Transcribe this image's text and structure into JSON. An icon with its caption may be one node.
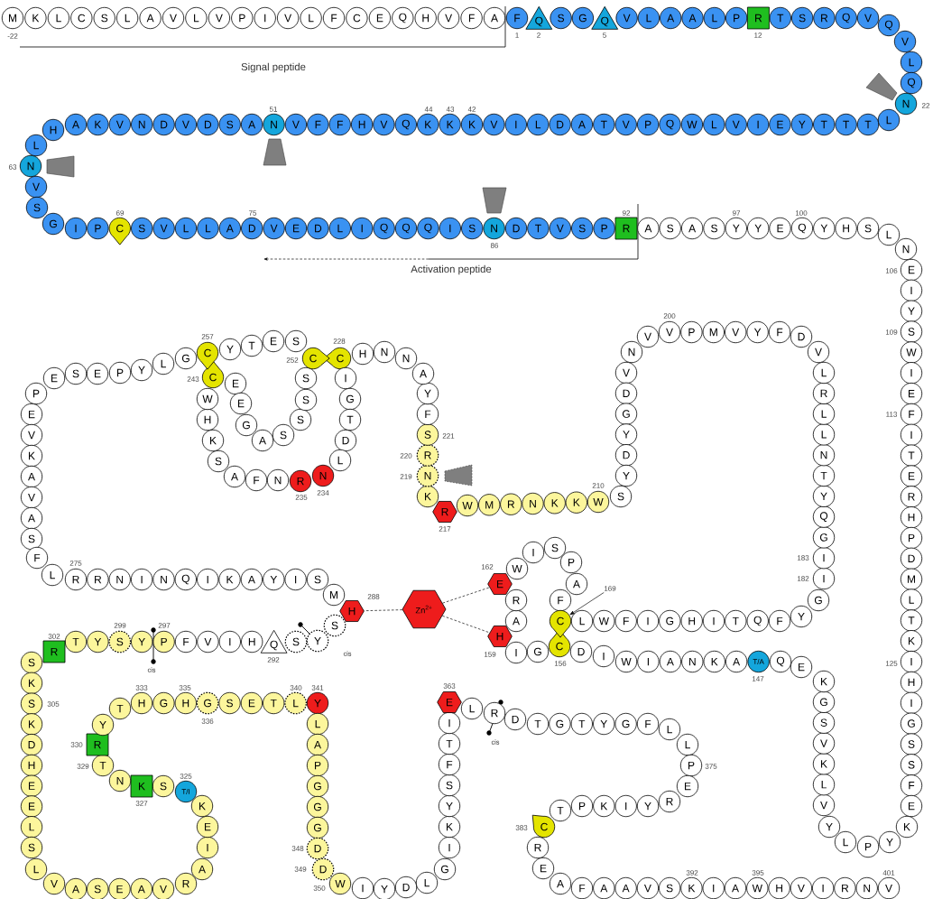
{
  "diagram": {
    "nodes": [
      {
        "text": [
          "M"
        ],
        "beside": [
          "-22"
        ]
      },
      {
        "text": [
          "K"
        ]
      },
      {
        "text": [
          "L"
        ]
      },
      {
        "text": [
          "C"
        ]
      },
      {
        "text": [
          "S"
        ]
      },
      {
        "text": [
          "L"
        ]
      },
      {
        "text": [
          "A"
        ]
      },
      {
        "text": [
          "V"
        ]
      },
      {
        "text": [
          "L"
        ]
      },
      {
        "text": [
          "V"
        ]
      },
      {
        "text": [
          "P"
        ]
      },
      {
        "text": [
          "I"
        ]
      },
      {
        "text": [
          "V"
        ]
      },
      {
        "text": [
          "L"
        ]
      },
      {
        "text": [
          "F"
        ]
      },
      {
        "text": [
          "C"
        ]
      },
      {
        "text": [
          "E"
        ]
      },
      {
        "text": [
          "Q"
        ]
      },
      {
        "text": [
          "H"
        ]
      },
      {
        "text": [
          "V"
        ]
      },
      {
        "text": [
          "F"
        ]
      },
      {
        "text": [
          "A"
        ]
      },
      {
        "text": [
          "F"
        ],
        "beside": [
          "1"
        ]
      },
      {
        "text": [
          "Q"
        ],
        "beside": [
          "2"
        ]
      },
      {
        "text": [
          "S"
        ]
      },
      {
        "text": [
          "G"
        ]
      },
      {
        "text": [
          "Q"
        ],
        "beside": [
          "5"
        ]
      },
      {
        "text": [
          "V"
        ]
      },
      {
        "text": [
          "L"
        ]
      },
      {
        "text": [
          "A"
        ]
      },
      {
        "text": [
          "A"
        ]
      },
      {
        "text": [
          "L"
        ]
      },
      {
        "text": [
          "P"
        ]
      },
      {
        "text": [
          "R"
        ],
        "beside": [
          "12"
        ]
      },
      {
        "text": [
          "T"
        ]
      },
      {
        "text": [
          "S"
        ]
      },
      {
        "text": [
          "R"
        ]
      },
      {
        "text": [
          "Q"
        ]
      },
      {
        "text": [
          "V"
        ]
      },
      {
        "text": [
          "Q"
        ]
      },
      {
        "text": [
          "V"
        ]
      },
      {
        "text": [
          "L"
        ]
      },
      {
        "text": [
          "Q"
        ]
      },
      {
        "text": [
          "N"
        ],
        "beside": [
          "22"
        ]
      },
      {
        "text": [
          "L"
        ]
      },
      {
        "text": [
          "T"
        ]
      },
      {
        "text": [
          "T"
        ]
      },
      {
        "text": [
          "T"
        ]
      },
      {
        "text": [
          "Y"
        ]
      },
      {
        "text": [
          "E"
        ]
      },
      {
        "text": [
          "I"
        ]
      },
      {
        "text": [
          "V"
        ]
      },
      {
        "text": [
          "L"
        ]
      },
      {
        "text": [
          "W"
        ]
      },
      {
        "text": [
          "Q"
        ]
      },
      {
        "text": [
          "P"
        ]
      },
      {
        "text": [
          "V"
        ]
      },
      {
        "text": [
          "T"
        ]
      },
      {
        "text": [
          "A"
        ]
      },
      {
        "text": [
          "D"
        ]
      },
      {
        "text": [
          "L"
        ]
      },
      {
        "text": [
          "I"
        ]
      },
      {
        "text": [
          "V"
        ]
      },
      {
        "text": [
          "K"
        ],
        "beside": [
          "42"
        ]
      },
      {
        "text": [
          "K"
        ],
        "beside": [
          "43"
        ]
      },
      {
        "text": [
          "K"
        ],
        "beside": [
          "44"
        ]
      },
      {
        "text": [
          "Q"
        ]
      },
      {
        "text": [
          "V"
        ]
      },
      {
        "text": [
          "H"
        ]
      },
      {
        "text": [
          "F"
        ]
      },
      {
        "text": [
          "F"
        ]
      },
      {
        "text": [
          "V"
        ]
      },
      {
        "text": [
          "N"
        ],
        "beside": [
          "51"
        ]
      },
      {
        "text": [
          "A"
        ]
      },
      {
        "text": [
          "S"
        ]
      },
      {
        "text": [
          "D"
        ]
      },
      {
        "text": [
          "V"
        ]
      },
      {
        "text": [
          "D"
        ]
      },
      {
        "text": [
          "N"
        ]
      },
      {
        "text": [
          "V"
        ]
      },
      {
        "text": [
          "K"
        ]
      },
      {
        "text": [
          "A"
        ]
      },
      {
        "text": [
          "H"
        ]
      },
      {
        "text": [
          "L"
        ]
      },
      {
        "text": [
          "N"
        ],
        "beside": [
          "63"
        ]
      },
      {
        "text": [
          "V"
        ]
      },
      {
        "text": [
          "S"
        ]
      },
      {
        "text": [
          "G"
        ]
      },
      {
        "text": [
          "I"
        ]
      },
      {
        "text": [
          "P"
        ]
      },
      {
        "text": [
          "C"
        ],
        "beside": [
          "69"
        ]
      },
      {
        "text": [
          "S"
        ]
      },
      {
        "text": [
          "V"
        ]
      },
      {
        "text": [
          "L"
        ]
      },
      {
        "text": [
          "L"
        ]
      },
      {
        "text": [
          "A"
        ]
      },
      {
        "text": [
          "D"
        ],
        "beside": [
          "75"
        ]
      },
      {
        "text": [
          "V"
        ]
      },
      {
        "text": [
          "E"
        ]
      },
      {
        "text": [
          "D"
        ]
      },
      {
        "text": [
          "L"
        ]
      },
      {
        "text": [
          "I"
        ]
      },
      {
        "text": [
          "Q"
        ]
      },
      {
        "text": [
          "Q"
        ]
      },
      {
        "text": [
          "Q"
        ]
      },
      {
        "text": [
          "I"
        ]
      },
      {
        "text": [
          "S"
        ]
      },
      {
        "text": [
          "N"
        ],
        "beside": [
          "86"
        ]
      },
      {
        "text": [
          "D"
        ]
      },
      {
        "text": [
          "T"
        ]
      },
      {
        "text": [
          "V"
        ]
      },
      {
        "text": [
          "S"
        ]
      },
      {
        "text": [
          "P"
        ]
      },
      {
        "text": [
          "R"
        ],
        "beside": [
          "92"
        ]
      },
      {
        "text": [
          "A"
        ]
      },
      {
        "text": [
          "S"
        ]
      },
      {
        "text": [
          "A"
        ]
      },
      {
        "text": [
          "S"
        ]
      },
      {
        "text": [
          "Y"
        ],
        "beside": [
          "97"
        ]
      },
      {
        "text": [
          "Y"
        ]
      },
      {
        "text": [
          "E"
        ]
      },
      {
        "text": [
          "Q"
        ],
        "beside": [
          "100"
        ]
      },
      {
        "text": [
          "Y"
        ]
      },
      {
        "text": [
          "H"
        ]
      },
      {
        "text": [
          "S"
        ]
      },
      {
        "text": [
          "L"
        ]
      },
      {
        "text": [
          "N"
        ]
      },
      {
        "text": [
          "E"
        ],
        "beside": [
          "106"
        ]
      },
      {
        "text": [
          "I"
        ]
      },
      {
        "text": [
          "Y"
        ]
      },
      {
        "text": [
          "S"
        ],
        "beside": [
          "109"
        ]
      },
      {
        "text": [
          "W"
        ]
      },
      {
        "text": [
          "I"
        ]
      },
      {
        "text": [
          "E"
        ]
      },
      {
        "text": [
          "F"
        ],
        "beside": [
          "113"
        ]
      },
      {
        "text": [
          "I"
        ]
      },
      {
        "text": [
          "T"
        ]
      },
      {
        "text": [
          "E"
        ]
      },
      {
        "text": [
          "R"
        ]
      },
      {
        "text": [
          "H"
        ]
      },
      {
        "text": [
          "P"
        ]
      },
      {
        "text": [
          "D"
        ]
      },
      {
        "text": [
          "M"
        ]
      },
      {
        "text": [
          "L"
        ]
      },
      {
        "text": [
          "T"
        ]
      },
      {
        "text": [
          "K"
        ]
      },
      {
        "text": [
          "I"
        ],
        "beside": [
          "125"
        ]
      },
      {
        "text": [
          "H"
        ]
      },
      {
        "text": [
          "I"
        ]
      },
      {
        "text": [
          "G"
        ]
      },
      {
        "text": [
          "S"
        ]
      },
      {
        "text": [
          "S"
        ]
      },
      {
        "text": [
          "F"
        ]
      },
      {
        "text": [
          "E"
        ]
      },
      {
        "text": [
          "K"
        ]
      },
      {
        "text": [
          "Y"
        ]
      },
      {
        "text": [
          "P"
        ]
      },
      {
        "text": [
          "L"
        ]
      },
      {
        "text": [
          "Y"
        ]
      },
      {
        "text": [
          "V"
        ]
      },
      {
        "text": [
          "L"
        ]
      },
      {
        "text": [
          "K"
        ]
      },
      {
        "text": [
          "V"
        ]
      },
      {
        "text": [
          "S"
        ]
      },
      {
        "text": [
          "G"
        ]
      },
      {
        "text": [
          "K"
        ]
      },
      {
        "text": [
          "E"
        ]
      },
      {
        "text": [
          "Q"
        ]
      },
      {
        "text": [
          "T/A"
        ],
        "beside": [
          "147"
        ]
      },
      {
        "text": [
          "A"
        ]
      },
      {
        "text": [
          "K"
        ]
      },
      {
        "text": [
          "N"
        ]
      },
      {
        "text": [
          "A"
        ]
      },
      {
        "text": [
          "I"
        ]
      },
      {
        "text": [
          "W"
        ]
      },
      {
        "text": [
          "I"
        ]
      },
      {
        "text": [
          "D"
        ]
      },
      {
        "text": [
          "C"
        ],
        "beside": [
          "156"
        ]
      },
      {
        "text": [
          "G"
        ]
      },
      {
        "text": [
          "I"
        ]
      },
      {
        "text": [
          "H"
        ],
        "beside": [
          "159"
        ]
      },
      {
        "text": [
          "A"
        ]
      },
      {
        "text": [
          "R"
        ]
      },
      {
        "text": [
          "E"
        ],
        "beside": [
          "162"
        ]
      },
      {
        "text": [
          "W"
        ]
      },
      {
        "text": [
          "I"
        ]
      },
      {
        "text": [
          "S"
        ]
      },
      {
        "text": [
          "P"
        ]
      },
      {
        "text": [
          "A"
        ]
      },
      {
        "text": [
          "F"
        ]
      },
      {
        "text": [
          "C"
        ]
      },
      {
        "text": [
          "L"
        ]
      },
      {
        "text": [
          "W"
        ]
      },
      {
        "text": [
          "F"
        ]
      },
      {
        "text": [
          "I"
        ]
      },
      {
        "text": [
          "G"
        ]
      },
      {
        "text": [
          "H"
        ]
      },
      {
        "text": [
          "I"
        ]
      },
      {
        "text": [
          "T"
        ]
      },
      {
        "text": [
          "Q"
        ]
      },
      {
        "text": [
          "F"
        ]
      },
      {
        "text": [
          "Y"
        ]
      },
      {
        "text": [
          "G"
        ]
      },
      {
        "text": [
          "I"
        ],
        "beside": [
          "182"
        ]
      },
      {
        "text": [
          "I"
        ],
        "beside": [
          "183"
        ]
      },
      {
        "text": [
          "G"
        ]
      },
      {
        "text": [
          "Q"
        ]
      },
      {
        "text": [
          "Y"
        ]
      },
      {
        "text": [
          "T"
        ]
      },
      {
        "text": [
          "N"
        ]
      },
      {
        "text": [
          "L"
        ]
      },
      {
        "text": [
          "L"
        ]
      },
      {
        "text": [
          "R"
        ]
      },
      {
        "text": [
          "L"
        ]
      },
      {
        "text": [
          "V"
        ]
      },
      {
        "text": [
          "D"
        ]
      },
      {
        "text": [
          "F"
        ]
      },
      {
        "text": [
          "Y"
        ]
      },
      {
        "text": [
          "V"
        ]
      },
      {
        "text": [
          "M"
        ]
      },
      {
        "text": [
          "P"
        ]
      },
      {
        "text": [
          "V"
        ],
        "beside": [
          "200"
        ]
      },
      {
        "text": [
          "V"
        ]
      },
      {
        "text": [
          "N"
        ]
      },
      {
        "text": [
          "V"
        ]
      },
      {
        "text": [
          "D"
        ]
      },
      {
        "text": [
          "G"
        ]
      },
      {
        "text": [
          "Y"
        ]
      },
      {
        "text": [
          "D"
        ]
      },
      {
        "text": [
          "Y"
        ]
      },
      {
        "text": [
          "S"
        ]
      },
      {
        "text": [
          "W"
        ],
        "beside": [
          "210"
        ]
      },
      {
        "text": [
          "K"
        ]
      },
      {
        "text": [
          "K"
        ]
      },
      {
        "text": [
          "N"
        ]
      },
      {
        "text": [
          "R"
        ]
      },
      {
        "text": [
          "M"
        ]
      },
      {
        "text": [
          "W"
        ]
      },
      {
        "text": [
          "R"
        ],
        "beside": [
          "217"
        ]
      },
      {
        "text": [
          "K"
        ]
      },
      {
        "text": [
          "N"
        ],
        "beside": [
          "219"
        ]
      },
      {
        "text": [
          "R"
        ],
        "beside": [
          "220"
        ]
      },
      {
        "text": [
          "S"
        ],
        "beside": [
          "221"
        ]
      },
      {
        "text": [
          "F"
        ]
      },
      {
        "text": [
          "Y"
        ]
      },
      {
        "text": [
          "A"
        ]
      },
      {
        "text": [
          "N"
        ]
      },
      {
        "text": [
          "N"
        ]
      },
      {
        "text": [
          "H"
        ]
      },
      {
        "text": [
          "C"
        ],
        "beside": [
          "228"
        ]
      },
      {
        "text": [
          "I"
        ]
      },
      {
        "text": [
          "G"
        ]
      },
      {
        "text": [
          "T"
        ]
      },
      {
        "text": [
          "D"
        ]
      },
      {
        "text": [
          "L"
        ]
      },
      {
        "text": [
          "N"
        ],
        "beside": [
          "234"
        ]
      },
      {
        "text": [
          "R"
        ],
        "beside": [
          "235"
        ]
      },
      {
        "text": [
          "N"
        ]
      },
      {
        "text": [
          "F"
        ]
      },
      {
        "text": [
          "A"
        ]
      },
      {
        "text": [
          "S"
        ]
      },
      {
        "text": [
          "K"
        ]
      },
      {
        "text": [
          "H"
        ]
      },
      {
        "text": [
          "W"
        ]
      },
      {
        "text": [
          "C"
        ],
        "beside": [
          "243"
        ]
      },
      {
        "text": [
          "E"
        ]
      },
      {
        "text": [
          "E"
        ]
      },
      {
        "text": [
          "G"
        ]
      },
      {
        "text": [
          "A"
        ]
      },
      {
        "text": [
          "S"
        ]
      },
      {
        "text": [
          "S"
        ]
      },
      {
        "text": [
          "S"
        ]
      },
      {
        "text": [
          "S"
        ]
      },
      {
        "text": [
          "C"
        ],
        "beside": [
          "252"
        ]
      },
      {
        "text": [
          "S"
        ]
      },
      {
        "text": [
          "E"
        ]
      },
      {
        "text": [
          "T"
        ]
      },
      {
        "text": [
          "Y"
        ]
      },
      {
        "text": [
          "C"
        ],
        "beside": [
          "257"
        ]
      },
      {
        "text": [
          "G"
        ]
      },
      {
        "text": [
          "L"
        ]
      },
      {
        "text": [
          "Y"
        ]
      },
      {
        "text": [
          "P"
        ]
      },
      {
        "text": [
          "E"
        ]
      },
      {
        "text": [
          "S"
        ]
      },
      {
        "text": [
          "E"
        ]
      },
      {
        "text": [
          "P"
        ]
      },
      {
        "text": [
          "E"
        ]
      },
      {
        "text": [
          "V"
        ]
      },
      {
        "text": [
          "K"
        ]
      },
      {
        "text": [
          "A"
        ]
      },
      {
        "text": [
          "V"
        ]
      },
      {
        "text": [
          "A"
        ]
      },
      {
        "text": [
          "S"
        ]
      },
      {
        "text": [
          "F"
        ]
      },
      {
        "text": [
          "L"
        ]
      },
      {
        "text": [
          "R"
        ],
        "beside": [
          "275"
        ]
      },
      {
        "text": [
          "R"
        ]
      },
      {
        "text": [
          "N"
        ]
      },
      {
        "text": [
          "I"
        ]
      },
      {
        "text": [
          "N"
        ]
      },
      {
        "text": [
          "Q"
        ]
      },
      {
        "text": [
          "I"
        ]
      },
      {
        "text": [
          "K"
        ]
      },
      {
        "text": [
          "A"
        ]
      },
      {
        "text": [
          "Y"
        ]
      },
      {
        "text": [
          "I"
        ]
      },
      {
        "text": [
          "S"
        ]
      },
      {
        "text": [
          "M"
        ]
      },
      {
        "text": [
          "H"
        ],
        "beside": [
          "288"
        ]
      },
      {
        "text": [
          "S"
        ]
      },
      {
        "text": [
          "Y"
        ]
      },
      {
        "text": [
          "S"
        ]
      },
      {
        "text": [
          "Q"
        ],
        "beside": [
          "292"
        ]
      },
      {
        "text": [
          "H"
        ]
      },
      {
        "text": [
          "I"
        ]
      },
      {
        "text": [
          "V"
        ]
      },
      {
        "text": [
          "F"
        ]
      },
      {
        "text": [
          "P"
        ],
        "beside": [
          "297"
        ]
      },
      {
        "text": [
          "Y"
        ]
      },
      {
        "text": [
          "S"
        ],
        "beside": [
          "299"
        ]
      },
      {
        "text": [
          "Y"
        ]
      },
      {
        "text": [
          "T"
        ]
      },
      {
        "text": [
          "R"
        ],
        "beside": [
          "302"
        ]
      },
      {
        "text": [
          "S"
        ]
      },
      {
        "text": [
          "K"
        ]
      },
      {
        "text": [
          "S"
        ],
        "beside": [
          "305"
        ]
      },
      {
        "text": [
          "K"
        ]
      },
      {
        "text": [
          "D"
        ]
      },
      {
        "text": [
          "H"
        ]
      },
      {
        "text": [
          "E"
        ]
      },
      {
        "text": [
          "E"
        ]
      },
      {
        "text": [
          "L"
        ]
      },
      {
        "text": [
          "S"
        ]
      },
      {
        "text": [
          "L"
        ]
      },
      {
        "text": [
          "V"
        ]
      },
      {
        "text": [
          "A"
        ]
      },
      {
        "text": [
          "S"
        ]
      },
      {
        "text": [
          "E"
        ]
      },
      {
        "text": [
          "A"
        ]
      },
      {
        "text": [
          "V"
        ]
      },
      {
        "text": [
          "R"
        ]
      },
      {
        "text": [
          "A"
        ]
      },
      {
        "text": [
          "I"
        ]
      },
      {
        "text": [
          "E"
        ]
      },
      {
        "text": [
          "K"
        ]
      },
      {
        "text": [
          "T/I"
        ],
        "beside": [
          "325"
        ]
      },
      {
        "text": [
          "S"
        ]
      },
      {
        "text": [
          "K"
        ],
        "beside": [
          "327"
        ]
      },
      {
        "text": [
          "N"
        ]
      },
      {
        "text": [
          "T"
        ],
        "beside": [
          "329"
        ]
      },
      {
        "text": [
          "R"
        ],
        "beside": [
          "330"
        ]
      },
      {
        "text": [
          "Y"
        ]
      },
      {
        "text": [
          "T"
        ]
      },
      {
        "text": [
          "H"
        ],
        "beside": [
          "333"
        ]
      },
      {
        "text": [
          "G"
        ]
      },
      {
        "text": [
          "H"
        ],
        "beside": [
          "335"
        ]
      },
      {
        "text": [
          "G"
        ],
        "beside": [
          "336"
        ]
      },
      {
        "text": [
          "S"
        ]
      },
      {
        "text": [
          "E"
        ]
      },
      {
        "text": [
          "T"
        ]
      },
      {
        "text": [
          "L"
        ],
        "beside": [
          "340"
        ]
      },
      {
        "text": [
          "Y"
        ],
        "beside": [
          "341"
        ]
      },
      {
        "text": [
          "L"
        ]
      },
      {
        "text": [
          "A"
        ]
      },
      {
        "text": [
          "P"
        ]
      },
      {
        "text": [
          "G"
        ]
      },
      {
        "text": [
          "G"
        ]
      },
      {
        "text": [
          "G"
        ]
      },
      {
        "text": [
          "D"
        ],
        "beside": [
          "348"
        ]
      },
      {
        "text": [
          "D"
        ],
        "beside": [
          "349"
        ]
      },
      {
        "text": [
          "W"
        ],
        "beside": [
          "350"
        ]
      },
      {
        "text": [
          "I"
        ]
      },
      {
        "text": [
          "Y"
        ]
      },
      {
        "text": [
          "D"
        ]
      },
      {
        "text": [
          "L"
        ]
      },
      {
        "text": [
          "G"
        ]
      },
      {
        "text": [
          "I"
        ]
      },
      {
        "text": [
          "K"
        ]
      },
      {
        "text": [
          "Y"
        ]
      },
      {
        "text": [
          "S"
        ]
      },
      {
        "text": [
          "F"
        ]
      },
      {
        "text": [
          "T"
        ]
      },
      {
        "text": [
          "I"
        ]
      },
      {
        "text": [
          "E"
        ],
        "beside": [
          "363"
        ]
      },
      {
        "text": [
          "L"
        ]
      },
      {
        "text": [
          "R"
        ]
      },
      {
        "text": [
          "D"
        ]
      },
      {
        "text": [
          "T"
        ]
      },
      {
        "text": [
          "G"
        ]
      },
      {
        "text": [
          "T"
        ]
      },
      {
        "text": [
          "Y"
        ]
      },
      {
        "text": [
          "G"
        ]
      },
      {
        "text": [
          "F"
        ]
      },
      {
        "text": [
          "L"
        ]
      },
      {
        "text": [
          "L"
        ]
      },
      {
        "text": [
          "P"
        ],
        "beside": [
          "375"
        ]
      },
      {
        "text": [
          "E"
        ]
      },
      {
        "text": [
          "R"
        ]
      },
      {
        "text": [
          "Y"
        ]
      },
      {
        "text": [
          "I"
        ]
      },
      {
        "text": [
          "K"
        ]
      },
      {
        "text": [
          "P"
        ]
      },
      {
        "text": [
          "T"
        ]
      },
      {
        "text": [
          "C"
        ],
        "beside": [
          "383"
        ]
      },
      {
        "text": [
          "R"
        ]
      },
      {
        "text": [
          "E"
        ]
      },
      {
        "text": [
          "A"
        ]
      },
      {
        "text": [
          "F"
        ]
      },
      {
        "text": [
          "A"
        ]
      },
      {
        "text": [
          "A"
        ]
      },
      {
        "text": [
          "V"
        ]
      },
      {
        "text": [
          "S"
        ]
      },
      {
        "text": [
          "K"
        ],
        "beside": [
          "392"
        ]
      },
      {
        "text": [
          "I"
        ]
      },
      {
        "text": [
          "A"
        ]
      },
      {
        "text": [
          "W"
        ],
        "beside": [
          "395"
        ]
      },
      {
        "text": [
          "H"
        ]
      },
      {
        "text": [
          "V"
        ]
      },
      {
        "text": [
          "I"
        ]
      },
      {
        "text": [
          "R"
        ]
      },
      {
        "text": [
          "N"
        ]
      },
      {
        "text": [
          "V"
        ],
        "beside": [
          "401"
        ]
      },
      {
        "text": [
          "Zn$^{2+}$"
        ]
      },
      {
        "text": [
          "169"
        ]
      }
    ],
    "edges": [
      {
        "from": 423,
        "to": 309,
        "arrow": "none",
        "style": "dashed"
      },
      {
        "from": 423,
        "to": 183,
        "arrow": "none",
        "style": "dashed"
      },
      {
        "from": 423,
        "to": 180,
        "arrow": "none",
        "style": "dashed"
      },
      {
        "from": 424,
        "to": 190,
        "arrow": "to"
      }
    ],
    "labels": [
      "Signal peptide",
      "Activation peptide",
      "cis",
      "cis",
      "cis"
    ]
  }
}
